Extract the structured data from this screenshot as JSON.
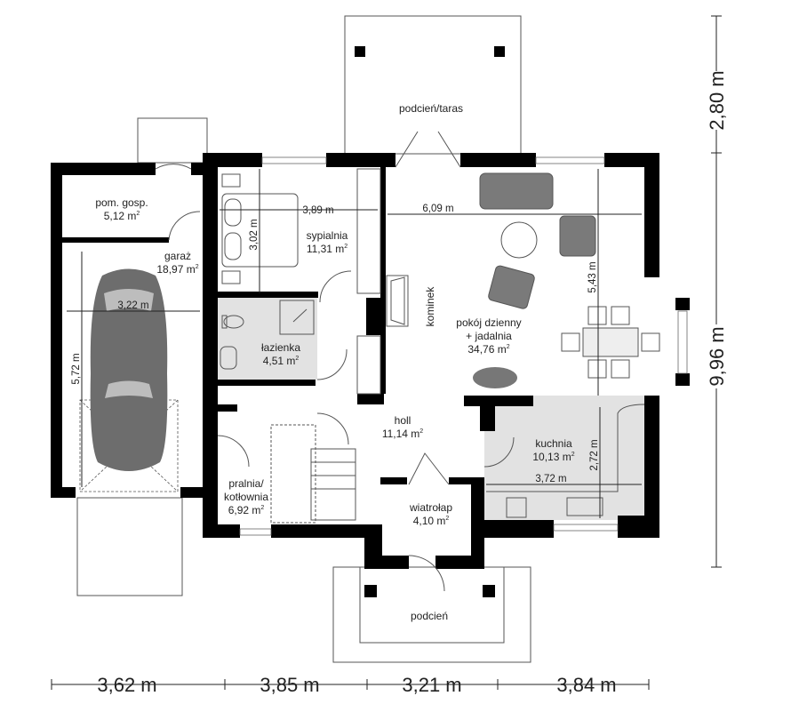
{
  "rooms": {
    "taras": {
      "name": "podcień/taras"
    },
    "pom_gosp": {
      "name": "pom. gosp.",
      "area": "5,12 m",
      "unit_sup": "2"
    },
    "garaz": {
      "name": "garaż",
      "area": "18,97 m",
      "unit_sup": "2"
    },
    "sypialnia": {
      "name": "sypialnia",
      "area": "11,31 m",
      "unit_sup": "2"
    },
    "lazienka": {
      "name": "łazienka",
      "area": "4,51 m",
      "unit_sup": "2"
    },
    "kominek": {
      "name": "kominek"
    },
    "pokoj": {
      "name_line1": "pokój dzienny",
      "name_line2": "+ jadalnia",
      "area": "34,76 m",
      "unit_sup": "2"
    },
    "holl": {
      "name": "holl",
      "area": "11,14 m",
      "unit_sup": "2"
    },
    "kuchnia": {
      "name": "kuchnia",
      "area": "10,13 m",
      "unit_sup": "2"
    },
    "pralnia": {
      "name_line1": "pralnia/",
      "name_line2": "kotłownia",
      "area": "6,92 m",
      "unit_sup": "2"
    },
    "wiatrolap": {
      "name": "wiatrołap",
      "area": "4,10 m",
      "unit_sup": "2"
    },
    "podcien": {
      "name": "podcień"
    }
  },
  "inner_dimensions": {
    "garaz_width": "3,22 m",
    "garaz_length": "5,72 m",
    "sypialnia_width": "3,89 m",
    "sypialnia_depth": "3,02 m",
    "pokoj_width": "6,09 m",
    "pokoj_depth": "5,43 m",
    "kuchnia_depth": "2,72 m",
    "kuchnia_width": "3,72 m"
  },
  "outer_dimensions": {
    "bottom": [
      "3,62 m",
      "3,85 m",
      "3,21 m",
      "3,84 m"
    ],
    "right": [
      "2,80 m",
      "9,96 m"
    ]
  }
}
